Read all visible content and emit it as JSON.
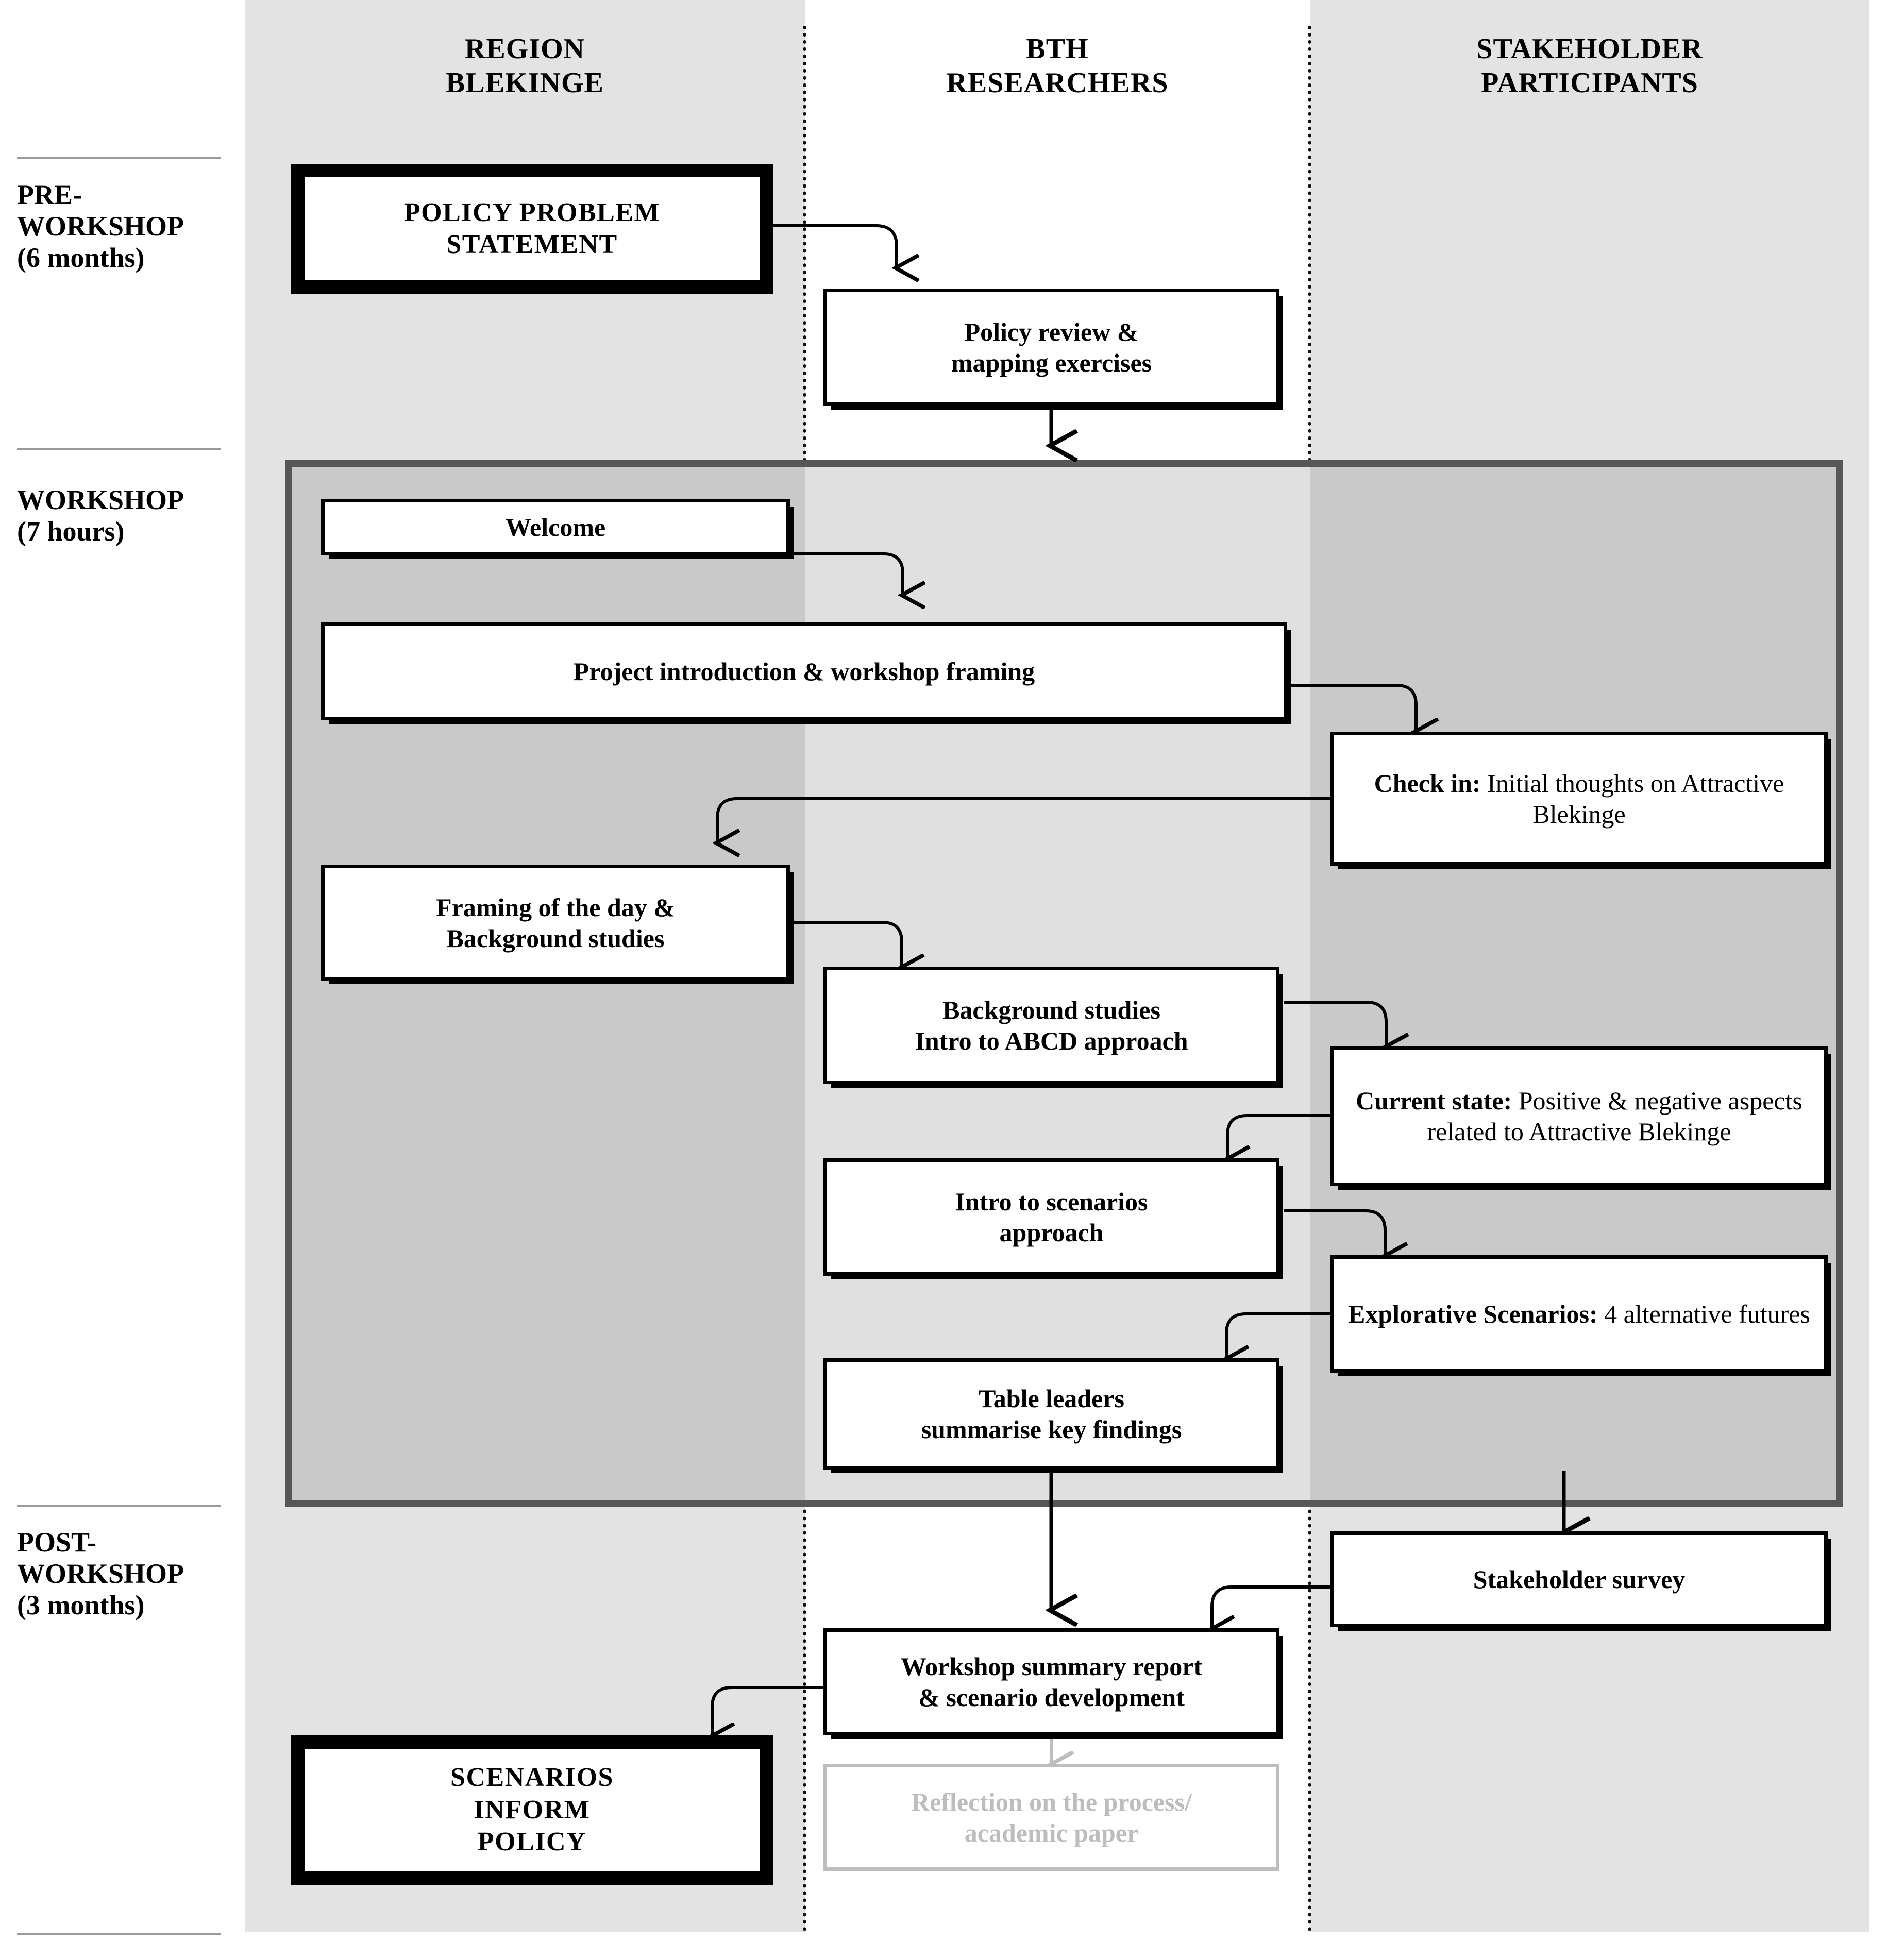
{
  "lanes": [
    {
      "id": "region-blekinge",
      "label": "REGION\nBLEKINGE",
      "line1": "REGION",
      "line2": "BLEKINGE"
    },
    {
      "id": "bth-researchers",
      "label": "BTH\nRESEARCHERS",
      "line1": "BTH",
      "line2": "RESEARCHERS"
    },
    {
      "id": "stakeholder-participants",
      "label": "STAKEHOLDER\nPARTICIPANTS",
      "line1": "STAKEHOLDER",
      "line2": "PARTICIPANTS"
    }
  ],
  "phases": [
    {
      "id": "pre-workshop",
      "line1": "PRE-",
      "line2": "WORKSHOP",
      "line3": "(6 months)"
    },
    {
      "id": "workshop",
      "line1": "WORKSHOP",
      "line2": "(7 hours)",
      "line3": ""
    },
    {
      "id": "post-workshop",
      "line1": "POST-",
      "line2": "WORKSHOP",
      "line3": "(3 months)"
    }
  ],
  "boxes": {
    "policy_problem_statement": {
      "line1": "POLICY PROBLEM",
      "line2": "STATEMENT"
    },
    "policy_review": {
      "line1": "Policy review &",
      "line2": "mapping exercises"
    },
    "welcome": {
      "line1": "Welcome",
      "line2": ""
    },
    "project_intro": {
      "line1": "Project introduction & workshop framing",
      "line2": ""
    },
    "check_in": {
      "bold": "Check in:",
      "rest": " Initial thoughts on Attractive Blekinge"
    },
    "framing_of_day": {
      "line1": "Framing of the day &",
      "line2": "Background studies"
    },
    "background_studies": {
      "line1": "Background studies",
      "line2": "Intro to ABCD approach"
    },
    "current_state": {
      "bold": "Current state:",
      "rest": " Positive & negative aspects related to Attractive Blekinge"
    },
    "intro_scenarios": {
      "line1": "Intro to scenarios",
      "line2": "approach"
    },
    "explorative_scenarios": {
      "bold": "Explorative Scenarios:",
      "rest": " 4 alternative futures"
    },
    "table_leaders": {
      "line1": "Table leaders",
      "line2": "summarise key findings"
    },
    "stakeholder_survey": {
      "line1": "Stakeholder survey",
      "line2": ""
    },
    "workshop_summary": {
      "line1": "Workshop summary report",
      "line2": "& scenario development"
    },
    "reflection": {
      "line1": "Reflection on the process/",
      "line2": "academic paper"
    },
    "scenarios_inform_policy": {
      "line1": "SCENARIOS",
      "line2": "INFORM",
      "line3": "POLICY"
    }
  },
  "colors": {
    "lane_shade": "#e3e3e3",
    "workshop_panel_border": "#575757",
    "workshop_shade_dark": "#c9c9c9",
    "workshop_shade_light": "#e0e0e0",
    "box_border": "#000000",
    "ghost": "#bdbdbd",
    "phase_rule": "#9a9a9a"
  }
}
